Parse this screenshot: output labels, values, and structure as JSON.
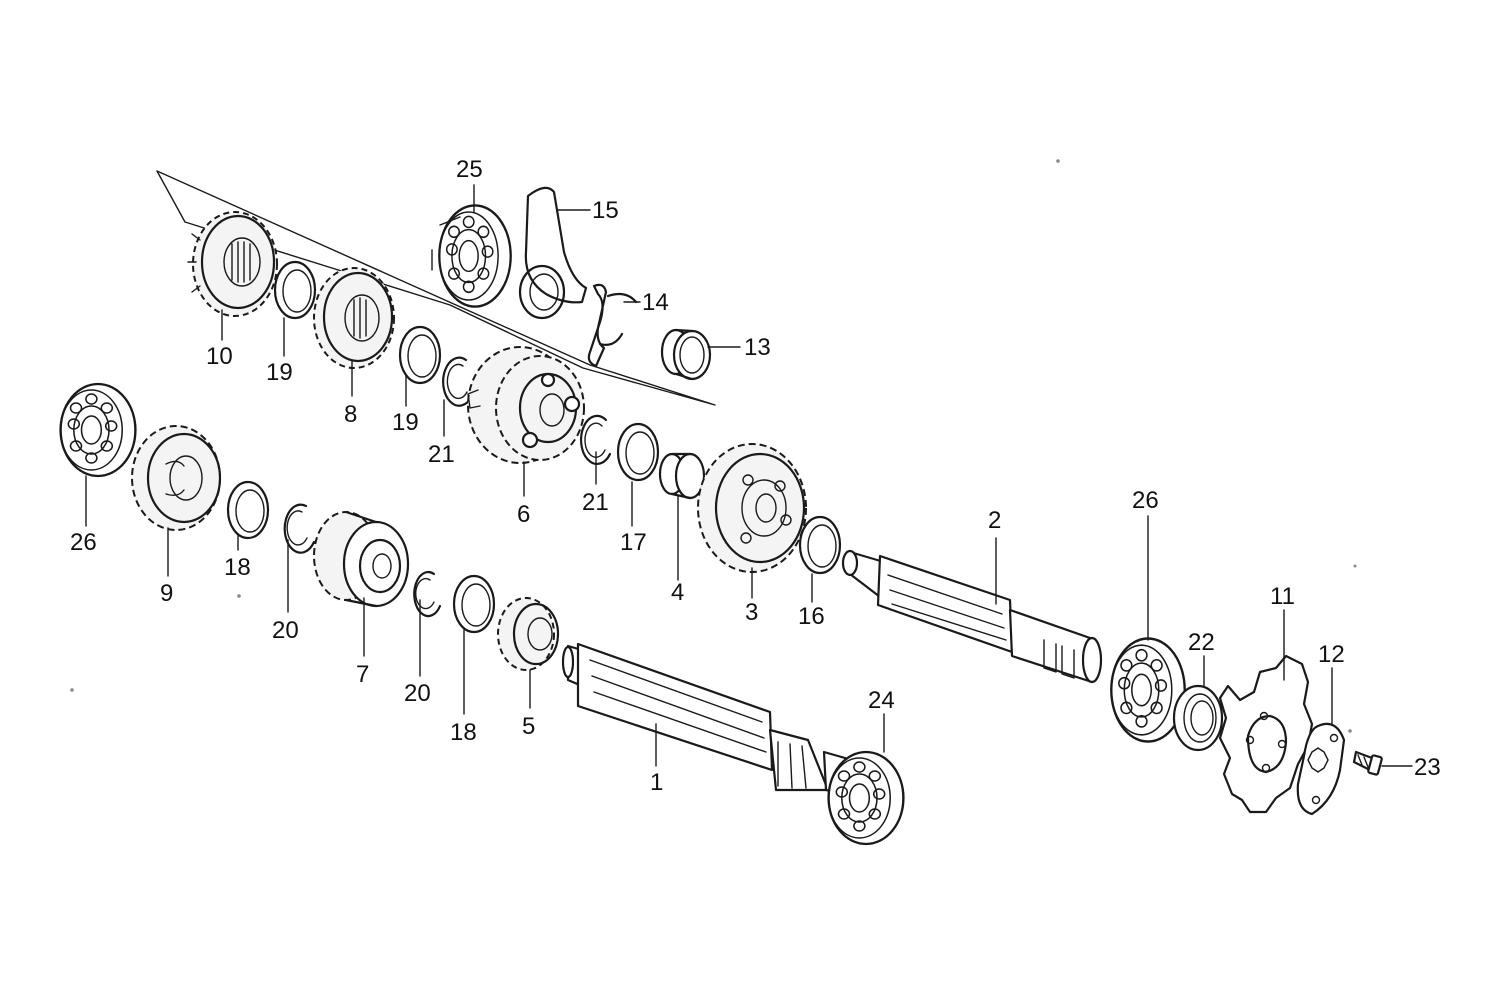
{
  "diagram": {
    "callouts": [
      "1",
      "2",
      "3",
      "4",
      "5",
      "6",
      "7",
      "8",
      "9",
      "10",
      "11",
      "12",
      "13",
      "14",
      "15",
      "16",
      "17",
      "18",
      "18",
      "19",
      "19",
      "20",
      "20",
      "21",
      "21",
      "22",
      "23",
      "24",
      "25",
      "26",
      "26"
    ]
  },
  "parts": [
    {
      "id": "p1",
      "label": "1"
    },
    {
      "id": "p2",
      "label": "2"
    },
    {
      "id": "p3",
      "label": "3"
    },
    {
      "id": "p4",
      "label": "4"
    },
    {
      "id": "p5",
      "label": "5"
    },
    {
      "id": "p6",
      "label": "6"
    },
    {
      "id": "p7",
      "label": "7"
    },
    {
      "id": "p8",
      "label": "8"
    },
    {
      "id": "p9",
      "label": "9"
    },
    {
      "id": "p10",
      "label": "10"
    },
    {
      "id": "p11",
      "label": "11"
    },
    {
      "id": "p12",
      "label": "12"
    },
    {
      "id": "p13",
      "label": "13"
    },
    {
      "id": "p14",
      "label": "14"
    },
    {
      "id": "p15",
      "label": "15"
    },
    {
      "id": "p16",
      "label": "16"
    },
    {
      "id": "p17",
      "label": "17"
    },
    {
      "id": "p18a",
      "label": "18"
    },
    {
      "id": "p18b",
      "label": "18"
    },
    {
      "id": "p19a",
      "label": "19"
    },
    {
      "id": "p19b",
      "label": "19"
    },
    {
      "id": "p20a",
      "label": "20"
    },
    {
      "id": "p20b",
      "label": "20"
    },
    {
      "id": "p21a",
      "label": "21"
    },
    {
      "id": "p21b",
      "label": "21"
    },
    {
      "id": "p22",
      "label": "22"
    },
    {
      "id": "p23",
      "label": "23"
    },
    {
      "id": "p24",
      "label": "24"
    },
    {
      "id": "p25",
      "label": "25"
    },
    {
      "id": "p26a",
      "label": "26"
    },
    {
      "id": "p26b",
      "label": "26"
    }
  ]
}
